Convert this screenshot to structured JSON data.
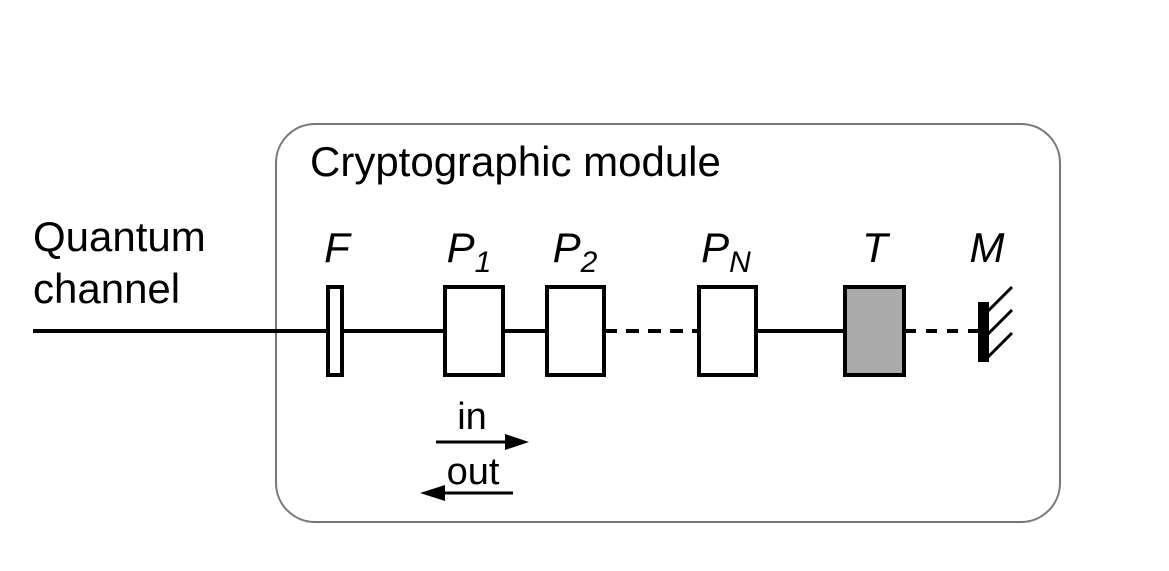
{
  "labels": {
    "quantum_channel": "Quantum\nchannel"
  },
  "module": {
    "title": "Cryptographic module"
  },
  "components": {
    "filter": {
      "label": "F"
    },
    "p1": {
      "base": "P",
      "sub": "1"
    },
    "p2": {
      "base": "P",
      "sub": "2"
    },
    "pn": {
      "base": "P",
      "sub": "N"
    },
    "t": {
      "label": "T"
    },
    "m": {
      "label": "M"
    }
  },
  "flow": {
    "in": "in",
    "out": "out"
  },
  "colors": {
    "line": "#000000",
    "t_fill": "#ababab",
    "module_border": "#787878",
    "background": "#ffffff"
  }
}
